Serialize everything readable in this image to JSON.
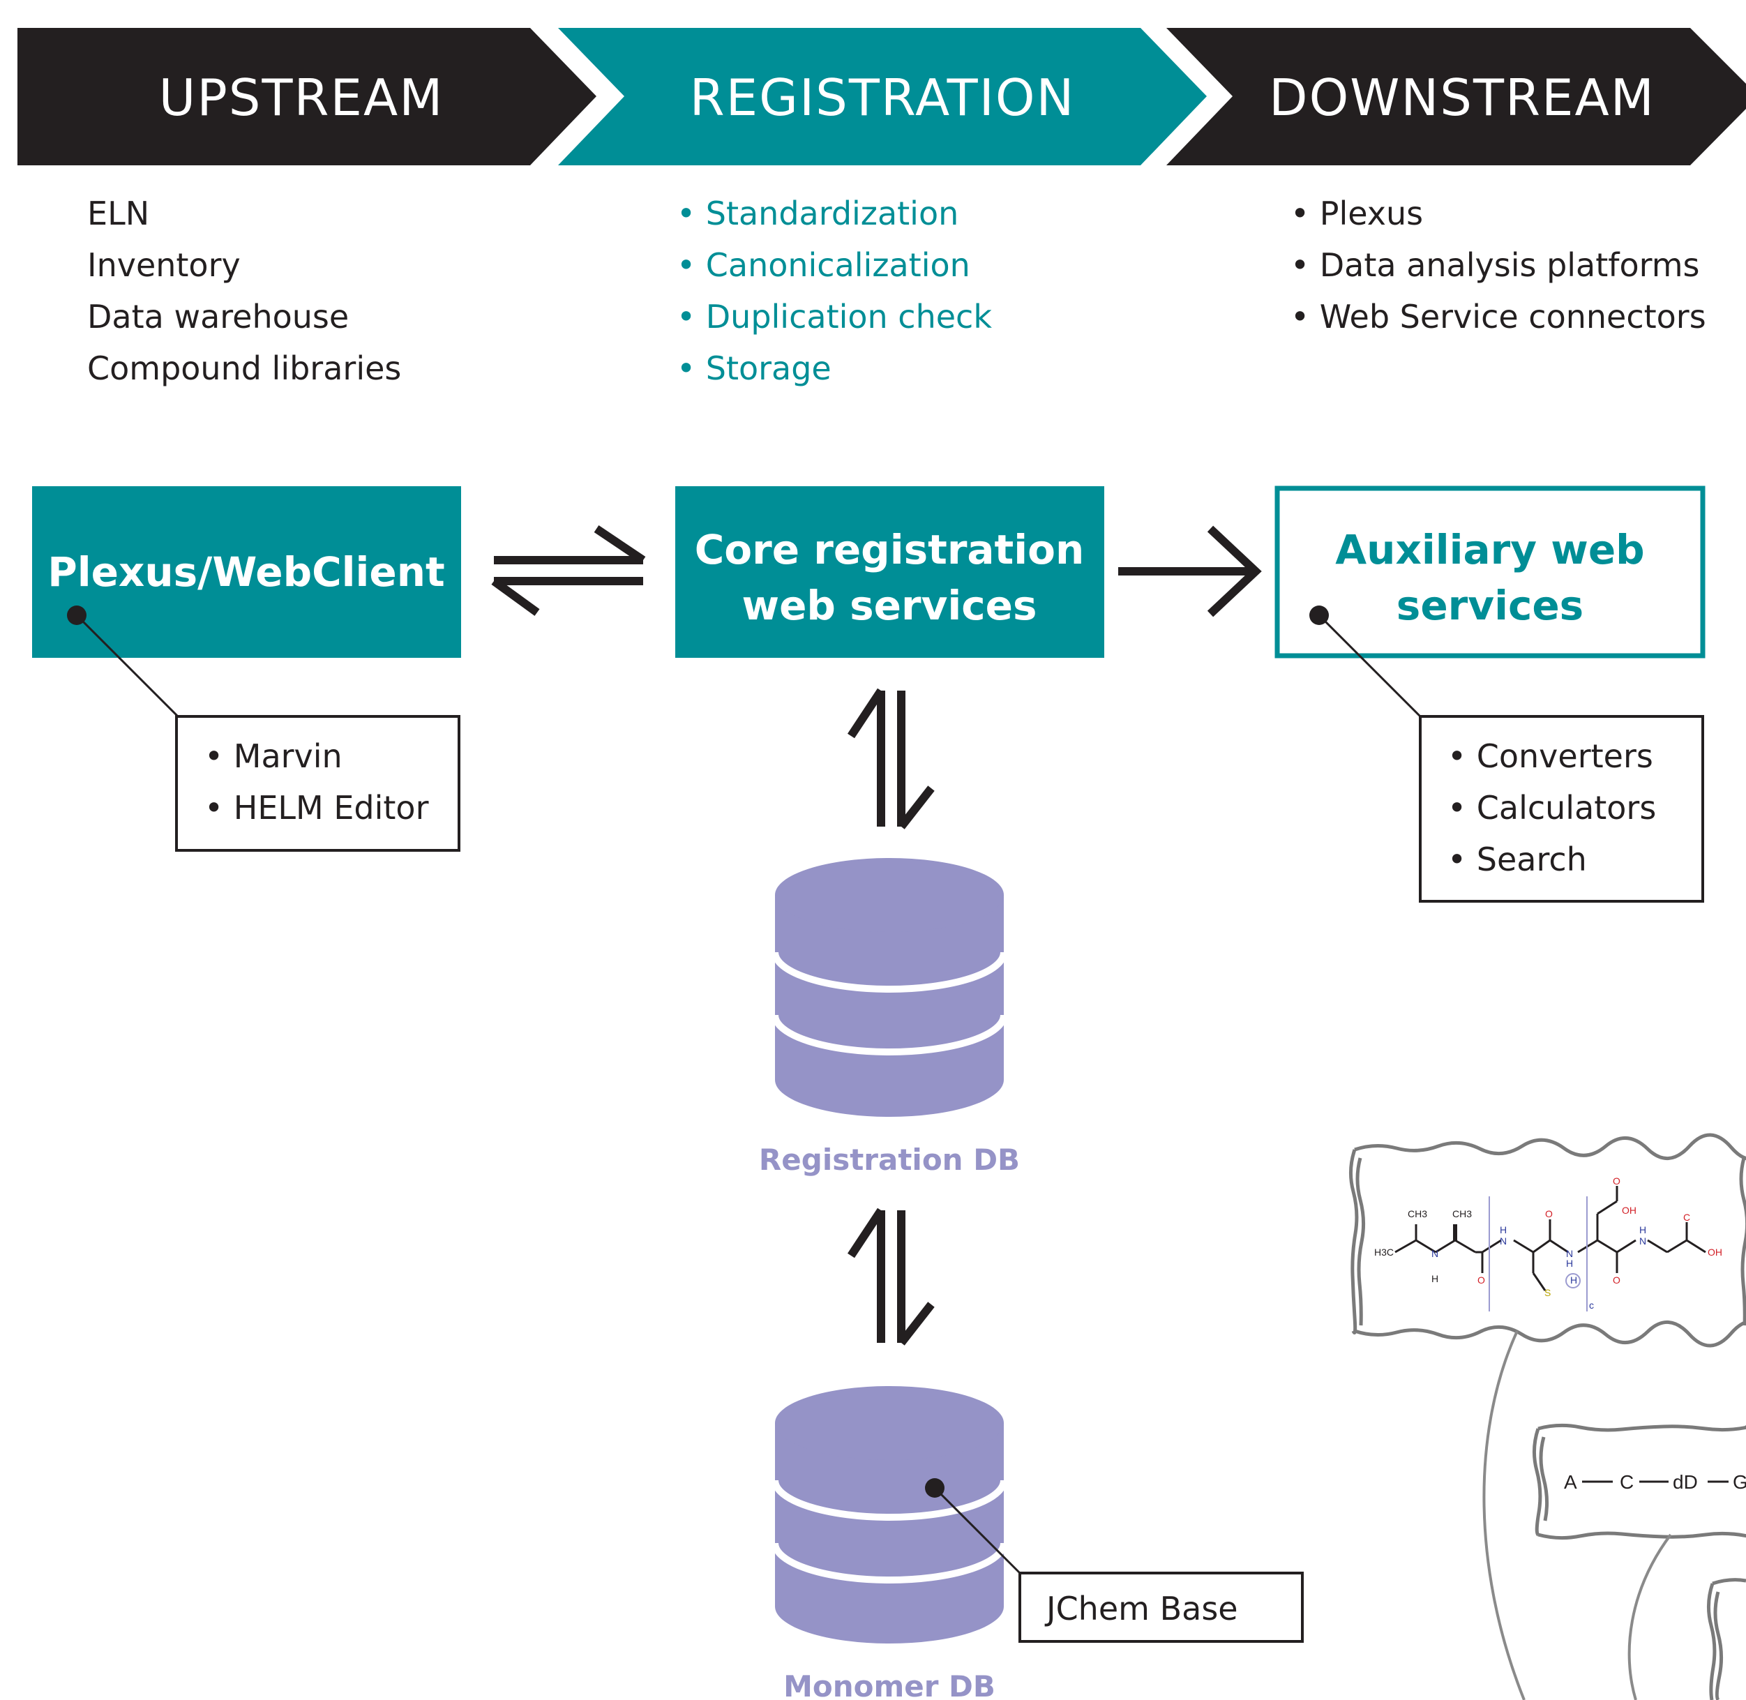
{
  "colors": {
    "dark": "#231f20",
    "teal": "#008e96",
    "db": "#9593c7",
    "white": "#ffffff",
    "sketch": "#7a7a7a",
    "oxygen": "#d21f26",
    "nitrogen": "#2c3a9c",
    "sulfur": "#b8a300"
  },
  "stages": [
    {
      "label": "UPSTREAM",
      "color": "dark"
    },
    {
      "label": "REGISTRATION",
      "color": "teal"
    },
    {
      "label": "DOWNSTREAM",
      "color": "dark"
    }
  ],
  "upstream_items": [
    "ELN",
    "Inventory",
    "Data warehouse",
    "Compound libraries"
  ],
  "registration_items": [
    "• Standardization",
    "• Canonicalization",
    "• Duplication check",
    "• Storage"
  ],
  "downstream_items": [
    "• Plexus",
    "• Data analysis platforms",
    "• Web Service connectors"
  ],
  "boxes": {
    "webclient": {
      "title": "Plexus/WebClient",
      "style": "filled"
    },
    "core": {
      "title_lines": [
        "Core registration",
        "web services"
      ],
      "style": "filled"
    },
    "auxiliary": {
      "title_lines": [
        "Auxiliary web",
        "services"
      ],
      "style": "outlined"
    }
  },
  "callouts": {
    "webclient": [
      "• Marvin",
      "• HELM Editor"
    ],
    "auxiliary": [
      "• Converters",
      "• Calculators",
      "• Search"
    ],
    "monomer_db": [
      "JChem Base"
    ]
  },
  "databases": {
    "registration": {
      "label": "Registration DB"
    },
    "monomer": {
      "label": "Monomer DB"
    }
  },
  "arrows": [
    {
      "from": "webclient",
      "to": "core",
      "type": "equilibrium-harpoons"
    },
    {
      "from": "core",
      "to": "auxiliary",
      "type": "single-arrow"
    },
    {
      "from": "core",
      "to": "registration_db",
      "type": "equilibrium-harpoons-vertical"
    },
    {
      "from": "registration_db",
      "to": "monomer_db",
      "type": "equilibrium-harpoons-vertical"
    }
  ],
  "molecule": {
    "atom_labels": [
      "CH3",
      "CH3",
      "H3C",
      "N",
      "H",
      "H",
      "N",
      "O",
      "N",
      "H",
      "O",
      "S",
      "H",
      "O",
      "OH",
      "H",
      "N",
      "O",
      "OH",
      "c",
      "C"
    ],
    "sequence_nodes": [
      "A",
      "C",
      "dD",
      "G"
    ]
  }
}
